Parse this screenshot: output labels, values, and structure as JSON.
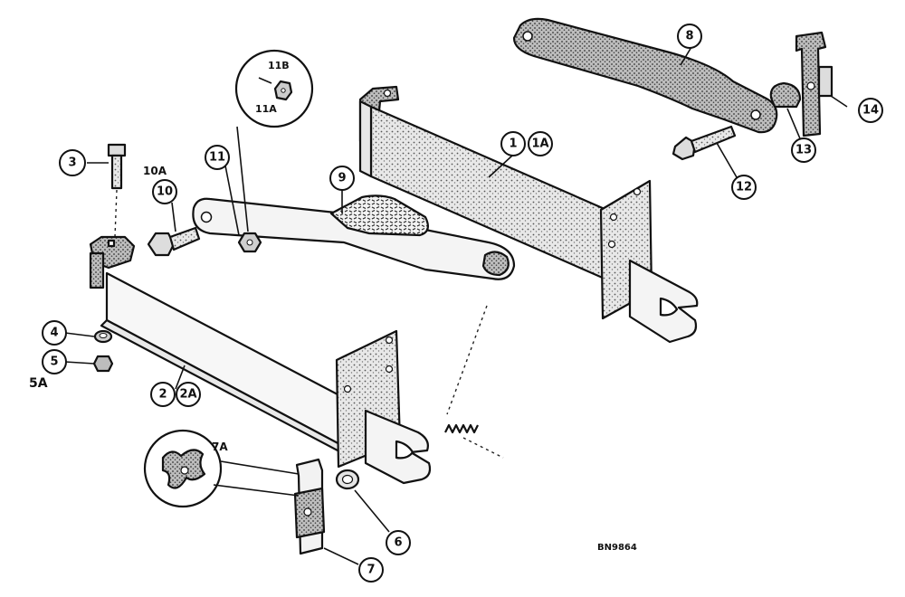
{
  "figure_code": "BN9864",
  "callouts": {
    "c1": "1",
    "c1a": "1A",
    "c2": "2",
    "c2a": "2A",
    "c3": "3",
    "c4": "4",
    "c5": "5",
    "c5a": "5A",
    "c6": "6",
    "c7": "7",
    "c7a": "7A",
    "c8": "8",
    "c9": "9",
    "c10": "10",
    "c10a": "10A",
    "c11": "11",
    "c11a": "11A",
    "c11b": "11B",
    "c12": "12",
    "c13": "13",
    "c14": "14"
  }
}
